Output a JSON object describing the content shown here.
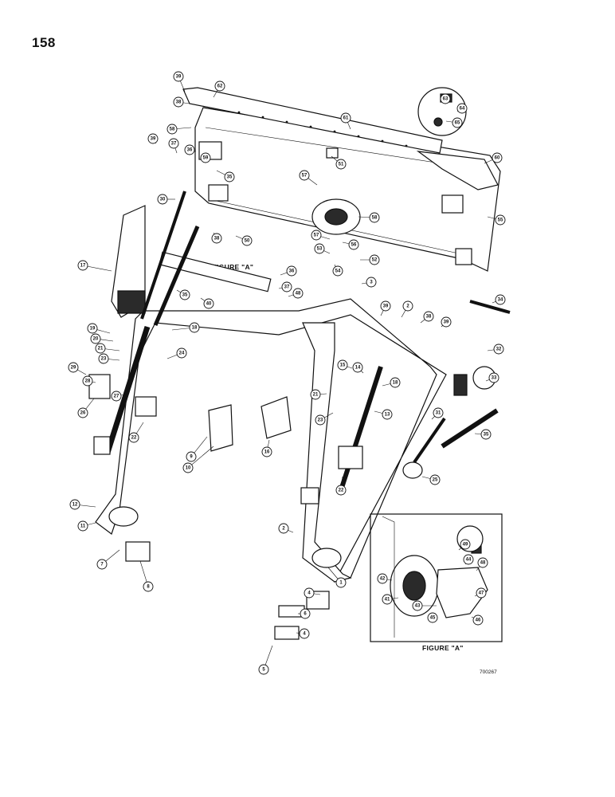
{
  "page_number": "158",
  "drawing_code": "700267",
  "note_see_figure": "SEE FIGURE \"A\"",
  "figure_a_caption": "FIGURE \"A\"",
  "callouts": [
    {
      "label": "39"
    },
    {
      "label": "62"
    },
    {
      "label": "38"
    },
    {
      "label": "61"
    },
    {
      "label": "63"
    },
    {
      "label": "64"
    },
    {
      "label": "65"
    },
    {
      "label": "58"
    },
    {
      "label": "60"
    },
    {
      "label": "39"
    },
    {
      "label": "37"
    },
    {
      "label": "36"
    },
    {
      "label": "59"
    },
    {
      "label": "35"
    },
    {
      "label": "51"
    },
    {
      "label": "57"
    },
    {
      "label": "30"
    },
    {
      "label": "55"
    },
    {
      "label": "58"
    },
    {
      "label": "38"
    },
    {
      "label": "50"
    },
    {
      "label": "57"
    },
    {
      "label": "56"
    },
    {
      "label": "53"
    },
    {
      "label": "52"
    },
    {
      "label": "17"
    },
    {
      "label": "54"
    },
    {
      "label": "36"
    },
    {
      "label": "3"
    },
    {
      "label": "37"
    },
    {
      "label": "48"
    },
    {
      "label": "40"
    },
    {
      "label": "35"
    },
    {
      "label": "34"
    },
    {
      "label": "39"
    },
    {
      "label": "2"
    },
    {
      "label": "38"
    },
    {
      "label": "39"
    },
    {
      "label": "19"
    },
    {
      "label": "20"
    },
    {
      "label": "18"
    },
    {
      "label": "21"
    },
    {
      "label": "32"
    },
    {
      "label": "23"
    },
    {
      "label": "24"
    },
    {
      "label": "29"
    },
    {
      "label": "15"
    },
    {
      "label": "14"
    },
    {
      "label": "33"
    },
    {
      "label": "28"
    },
    {
      "label": "18"
    },
    {
      "label": "27"
    },
    {
      "label": "21"
    },
    {
      "label": "26"
    },
    {
      "label": "13"
    },
    {
      "label": "23"
    },
    {
      "label": "31"
    },
    {
      "label": "22"
    },
    {
      "label": "9"
    },
    {
      "label": "16"
    },
    {
      "label": "35"
    },
    {
      "label": "10"
    },
    {
      "label": "22"
    },
    {
      "label": "25"
    },
    {
      "label": "12"
    },
    {
      "label": "11"
    },
    {
      "label": "2"
    },
    {
      "label": "49"
    },
    {
      "label": "7"
    },
    {
      "label": "44"
    },
    {
      "label": "48"
    },
    {
      "label": "8"
    },
    {
      "label": "42"
    },
    {
      "label": "1"
    },
    {
      "label": "41"
    },
    {
      "label": "43"
    },
    {
      "label": "47"
    },
    {
      "label": "4"
    },
    {
      "label": "45"
    },
    {
      "label": "46"
    },
    {
      "label": "6"
    },
    {
      "label": "4"
    },
    {
      "label": "5"
    }
  ]
}
